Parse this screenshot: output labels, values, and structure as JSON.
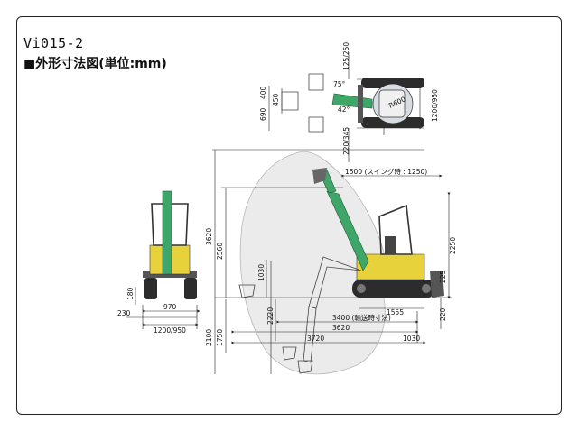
{
  "header": {
    "model": "Vi015-2",
    "subtitle": "■外形寸法図(単位:mm)"
  },
  "dimensions": {
    "top_view": {
      "d125_250": "125/250",
      "d75": "75°",
      "d400": "400",
      "d690": "690",
      "d450": "450",
      "d42": "42°",
      "r600": "R600",
      "d1200_950": "1200/950",
      "d220_345": "220/345"
    },
    "front_view": {
      "d180": "180",
      "d230": "230",
      "d970": "970",
      "d1200_950": "1200/950"
    },
    "side_view": {
      "d1500_swing": "1500 (スイング時 : 1250)",
      "d3620_h": "3620",
      "d2560": "2560",
      "d2250": "2250",
      "d1030_h": "1030",
      "d225": "225",
      "d2220": "2220",
      "d1555": "1555",
      "d3400_transport": "3400 (輸送時寸法)",
      "d3620_w": "3620",
      "d220": "220",
      "d2100": "2100",
      "d1750": "1750",
      "d3720": "3720",
      "d1030_w": "1030"
    }
  },
  "colors": {
    "boom_green": "#3fa66a",
    "cab_yellow": "#e8d23c",
    "cab_glass": "#dfe8ee",
    "reach_fill": "#ebebeb",
    "track": "#2c2c2c",
    "line": "#222222"
  }
}
